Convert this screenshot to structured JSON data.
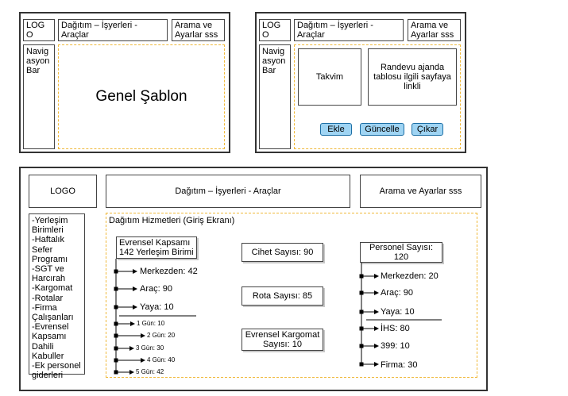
{
  "wireframe1": {
    "logo": "LOG\nO",
    "menu": "Dağıtım – İşyerleri -\nAraçlar",
    "search": "Arama ve\nAyarlar sss",
    "nav": "Navig\nasyon\nBar",
    "template_label": "Genel Şablon"
  },
  "wireframe2": {
    "logo": "LOG\nO",
    "menu": "Dağıtım – İşyerleri -\nAraçlar",
    "search": "Arama ve\nAyarlar sss",
    "nav": "Navig\nasyon\nBar",
    "calendar": "Takvim",
    "appointment": "Randevu ajanda\ntablosu ilgili sayfaya\nlinkli",
    "buttons": {
      "add": "Ekle",
      "update": "Güncelle",
      "remove": "Çıkar"
    }
  },
  "wireframe3": {
    "logo": "LOGO",
    "menu": "Dağıtım – İşyerleri - Araçlar",
    "search": "Arama ve Ayarlar sss",
    "sidebar": "-Yerleşim\nBirimleri\n-Haftalık Sefer\nProgramı\n-SGT ve\nHarcırah\n-Kargomat\n-Rotalar\n-Firma\nÇalışanları\n-Evrensel\nKapsamı Dahili\nKabuller\n-Ek personel\ngiderleri",
    "content_title": "Dağıtım Hizmetleri (Giriş Ekranı)",
    "left": {
      "header": "Evrensel Kapsamı\n142 Yerleşim Birimi",
      "items": [
        "Merkezden: 42",
        "Araç: 90",
        "Yaya: 10"
      ],
      "days": [
        "1 Gün: 10",
        "2 Gün: 20",
        "3 Gün: 30",
        "4 Gün: 40",
        "5 Gün: 42"
      ]
    },
    "middle": {
      "cihet": "Cihet Sayısı: 90",
      "rota": "Rota Sayısı: 85",
      "kargomat": "Evrensel Kargomat\nSayısı: 10"
    },
    "right": {
      "header": "Personel Sayısı:\n120",
      "items": [
        "Merkezden: 20",
        "Araç: 90",
        "Yaya: 10",
        "İHS: 80",
        "399: 10",
        "Firma: 30"
      ]
    }
  }
}
